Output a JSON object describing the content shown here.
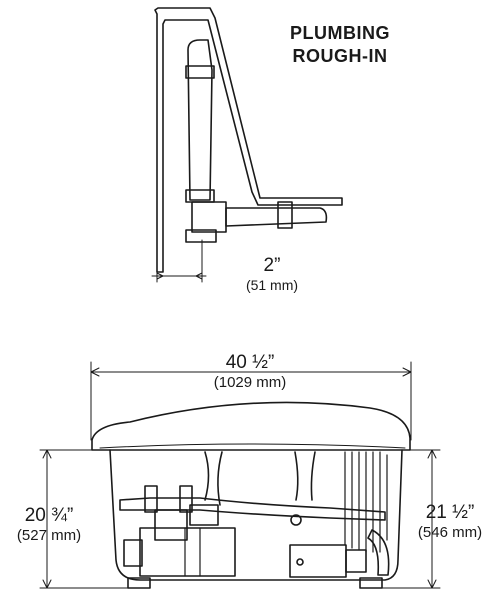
{
  "title": {
    "line1": "PLUMBING",
    "line2": "ROUGH-IN"
  },
  "dimensions": {
    "offset": {
      "imperial": "2”",
      "metric": "(51 mm)"
    },
    "length": {
      "imperial": "40 ½”",
      "metric": "(1029 mm)"
    },
    "height_left": {
      "imperial": "20 ¾”",
      "metric": "(527 mm)"
    },
    "height_right": {
      "imperial": "21 ½”",
      "metric": "(546 mm)"
    }
  }
}
